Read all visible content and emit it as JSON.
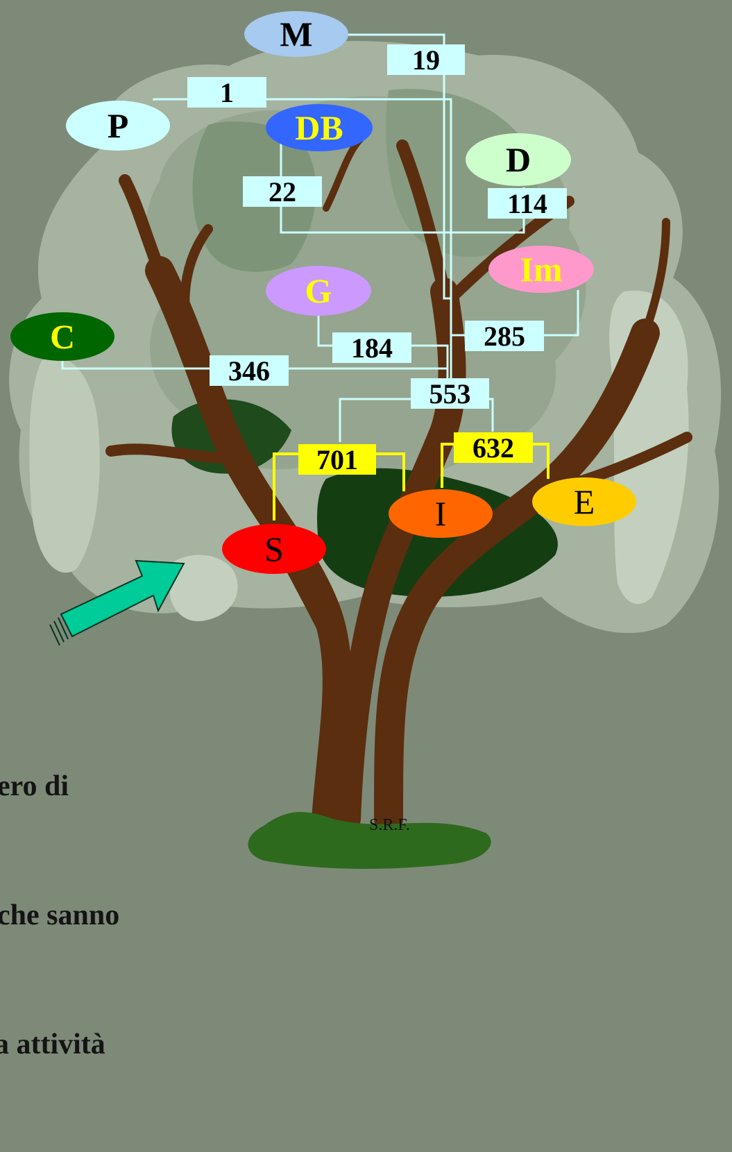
{
  "diagram": {
    "nodes": {
      "M": {
        "label": "M",
        "fill": "#a6caf0",
        "text_color": "#000000"
      },
      "P": {
        "label": "P",
        "fill": "#ccffff",
        "text_color": "#000000"
      },
      "DB": {
        "label": "DB",
        "fill": "#3366ff",
        "text_color": "#ffff00"
      },
      "D": {
        "label": "D",
        "fill": "#ccffcc",
        "text_color": "#000000"
      },
      "Im": {
        "label": "Im",
        "fill": "#ff99cc",
        "text_color": "#ffff00"
      },
      "G": {
        "label": "G",
        "fill": "#cc99ff",
        "text_color": "#ffff00"
      },
      "C": {
        "label": "C",
        "fill": "#006600",
        "text_color": "#ffff00"
      },
      "S": {
        "label": "S",
        "fill": "#ff0000",
        "text_color": "#000000"
      },
      "I": {
        "label": "I",
        "fill": "#ff6600",
        "text_color": "#000000"
      },
      "E": {
        "label": "E",
        "fill": "#ffcc00",
        "text_color": "#000000"
      }
    },
    "counts": {
      "c19": "19",
      "c1": "1",
      "c22": "22",
      "c114": "114",
      "c285": "285",
      "c184": "184",
      "c346": "346",
      "c553": "553",
      "c701": "701",
      "c632": "632"
    },
    "colors": {
      "connector_light": "#ccffff",
      "connector_yellow": "#ffff00",
      "background": "#7e8a78",
      "arrow": "#00cc99"
    }
  },
  "caption": {
    "line1": "ero di",
    "line2": "che sanno",
    "line3": "a attività"
  },
  "credit": "S.R.F."
}
